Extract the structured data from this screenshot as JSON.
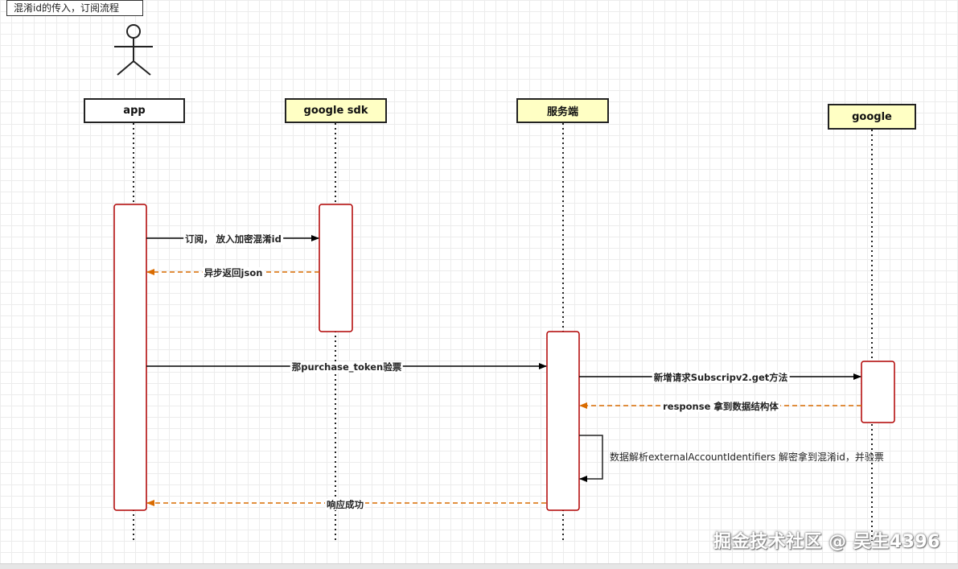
{
  "title": "混淆id的传入，订阅流程",
  "participants": {
    "app": "app",
    "sdk": "google sdk",
    "server": "服务端",
    "google": "google"
  },
  "messages": {
    "m1": "订阅， 放入加密混淆id",
    "m2": "异步返回json",
    "m3": "那purchase_token验票",
    "m4": "新增请求Subscripv2.get方法",
    "m5": "response 拿到数据结构体",
    "m6": "数据解析externalAccountIdentifiers 解密拿到混淆id，并验票",
    "m7": "响应成功"
  },
  "watermark": "掘金技术社区 @ 吴生4396",
  "colors": {
    "sync_arrow": "#000000",
    "async_arrow": "#d96b00",
    "activation_border": "#b00000",
    "participant_fill_highlight": "#ffffc4"
  }
}
